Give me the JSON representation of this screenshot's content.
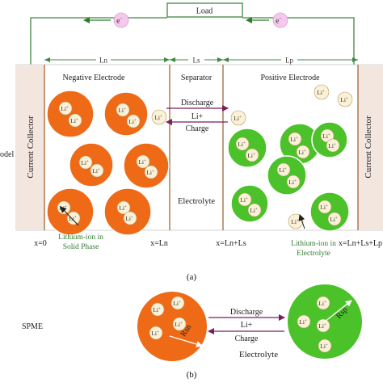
{
  "load": {
    "label": "Load"
  },
  "electron_label": "e",
  "electron_superscript": "−",
  "dims": {
    "ln": "Ln",
    "ls": "Ls",
    "lp": "Lp"
  },
  "regions": {
    "negative": "Negative Electrode",
    "separator": "Separator",
    "positive": "Positive Electrode",
    "current_collector_left": "Current Collector",
    "current_collector_right": "Current Collector",
    "electrolyte": "Electrolyte"
  },
  "flow_top": {
    "discharge": "Discharge",
    "li": "Li+",
    "charge": "Charge"
  },
  "li_label": "Li",
  "li_superscript": "+",
  "annotations": {
    "solid_line1": "Lithium-ion in",
    "solid_line2": "Solid Phase",
    "electrolyte_line1": "Lithium-ion in",
    "electrolyte_line2": "Electrolyte"
  },
  "axis": {
    "x0": "x=0",
    "xln": "x=Ln",
    "xlnls": "x=Ln+Ls",
    "xtotal": "x=Ln+Ls+Lp"
  },
  "left_cut_label": "odel",
  "caption_a": "(a)",
  "spme": {
    "label": "SPME",
    "discharge": "Discharge",
    "li": "Li+",
    "charge": "Charge",
    "rsn": "Rsn",
    "rsp": "Rsp",
    "electrolyte": "Electrolyte"
  },
  "caption_b": "(b)",
  "colors": {
    "negative_particle": "#ef6a17",
    "positive_particle": "#4cc22a",
    "ion_fill": "#fbf1d8",
    "electron_fill": "#f6c8ee",
    "wire": "#3e8a3e",
    "arrow": "#7a1f5a",
    "border": "#9b5a2a"
  }
}
